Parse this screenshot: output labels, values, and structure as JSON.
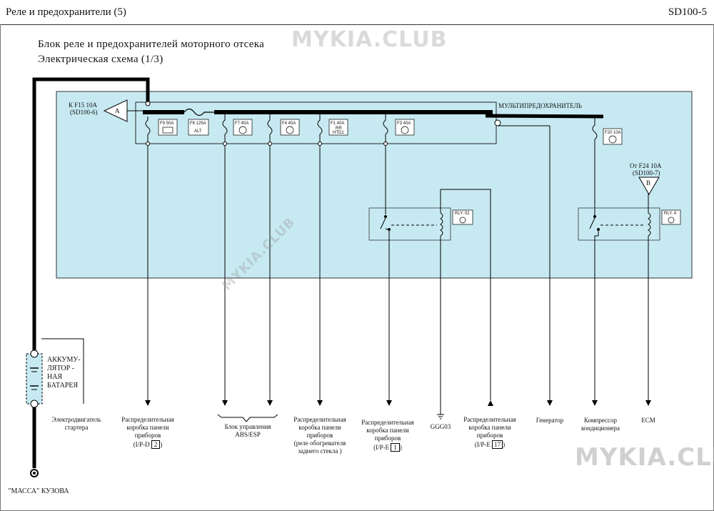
{
  "header": {
    "title": "Реле  и предохранители    (5)",
    "code": "SD100-5"
  },
  "subtitle": {
    "line1": "Блок  реле  и предохранителей     моторного  отсека",
    "line2": "Электрическая    схема  (1/3)"
  },
  "watermark": "MYKIA.CLUB",
  "connectors": {
    "a_letter": "A",
    "a_text1": "К F15 10A",
    "a_text2": "(SD100-6)",
    "b_letter": "B",
    "b_text1": "От F24 10A",
    "b_text2": "(SD100-7)"
  },
  "multifuse_label": "МУЛЬТИПРЕДОХРАНИТЕЛЬ",
  "fuses": {
    "f9": "F9 50A",
    "f6": "F6 125A",
    "f6_sub": "ALT",
    "f7": "F7 40A",
    "f4": "F4 40A",
    "f1": "F1 40A",
    "f1_sub1": "RR",
    "f1_sub2": "HTD1",
    "f3": "F3 40A",
    "f20": "F20 10A"
  },
  "relays": {
    "r1": "RLY. 02",
    "r2": "RLY. 4"
  },
  "battery": {
    "line1": "АККУМУ-",
    "line2": "ЛЯТОР -",
    "line3": "НАЯ",
    "line4": "БАТАРЕЯ"
  },
  "ground": "\"МАССА\" КУЗОВА",
  "loads": {
    "starter1": "Электродвигатель",
    "starter2": "стартера",
    "ipd1": "Распределительная",
    "ipd2": "коробка  панели",
    "ipd3": "приборов",
    "ipd_conn": "(I/P-D",
    "ipd_num": "2",
    "abs1": "Блок  управления",
    "abs2": "ABS/ESP",
    "htd1": "Распределительная",
    "htd2": "коробка  панели",
    "htd3": "приборов",
    "htd4": "(реле  обогревателя",
    "htd5": "заднего   стекла  )",
    "ipe1a": "Распределительная",
    "ipe1b": "коробка  панели",
    "ipe1c": "приборов",
    "ipe1_conn": "(I/P-E",
    "ipe1_num": "1",
    "ggg": "GGG03",
    "ipe17a": "Распределительная",
    "ipe17b": "коробка  панели",
    "ipe17c": "приборов",
    "ipe17_conn": "(I/P-E",
    "ipe17_num": "17",
    "gen": "Генератор",
    "ac1": "Компрессор",
    "ac2": "кондиционера",
    "ecm": "ECM"
  },
  "colors": {
    "box_fill": "#c7eaf2",
    "wire": "#111111"
  }
}
